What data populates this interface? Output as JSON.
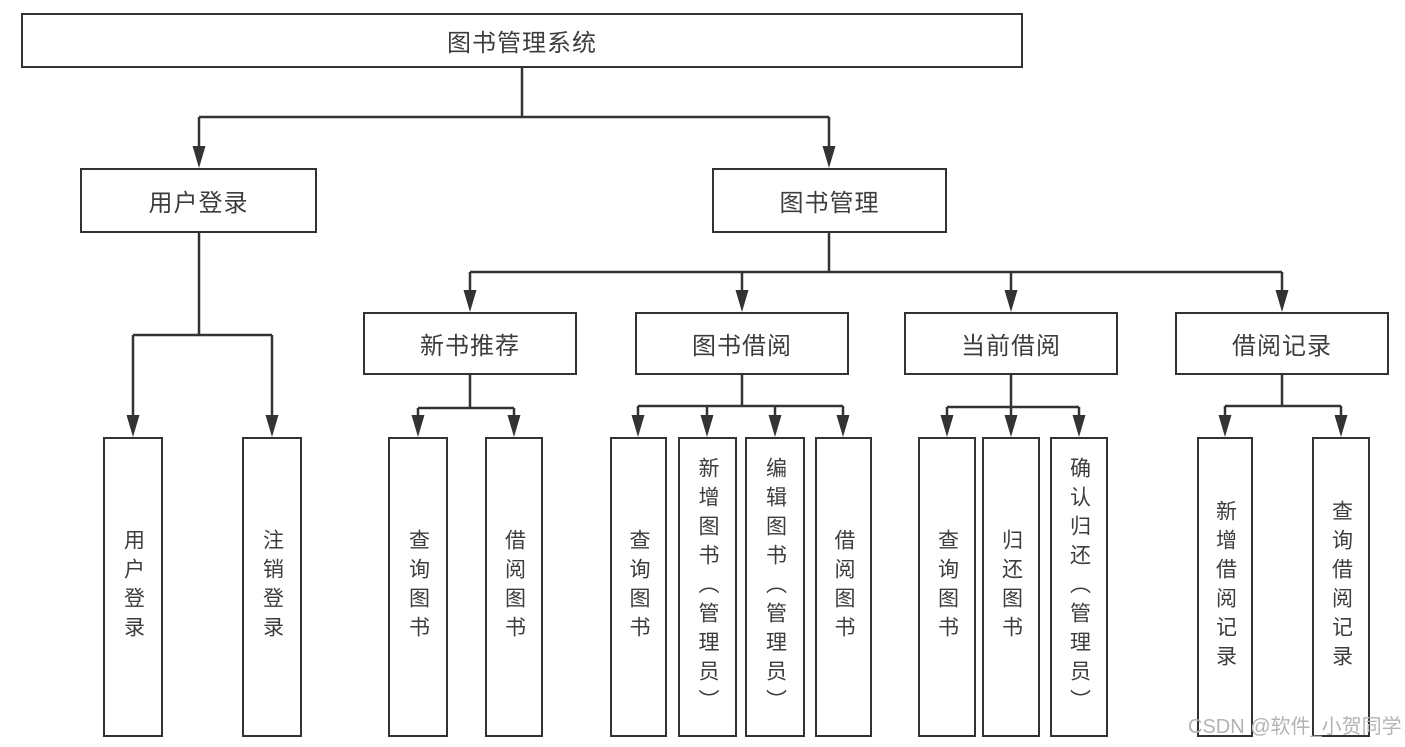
{
  "tree": {
    "root_label": "图书管理系统",
    "level2": [
      {
        "label": "用户登录"
      },
      {
        "label": "图书管理"
      }
    ],
    "level3": [
      {
        "label": "新书推荐"
      },
      {
        "label": "图书借阅"
      },
      {
        "label": "当前借阅"
      },
      {
        "label": "借阅记录"
      }
    ],
    "leaves": {
      "user_login": [
        "用户登录",
        "注销登录"
      ],
      "new_book": [
        "查询图书",
        "借阅图书"
      ],
      "book_borrow": [
        "查询图书",
        "新增图书（管理员）",
        "编辑图书（管理员）",
        "借阅图书"
      ],
      "current_borrow": [
        "查询图书",
        "归还图书",
        "确认归还（管理员）"
      ],
      "borrow_record": [
        "新增借阅记录",
        "查询借阅记录"
      ]
    }
  },
  "watermark": {
    "text": "CSDN @软件_小贺同学"
  },
  "colors": {
    "line": "#333333",
    "text": "#3d3d3d",
    "watermark": "#b3b3b3",
    "background": "#ffffff"
  }
}
